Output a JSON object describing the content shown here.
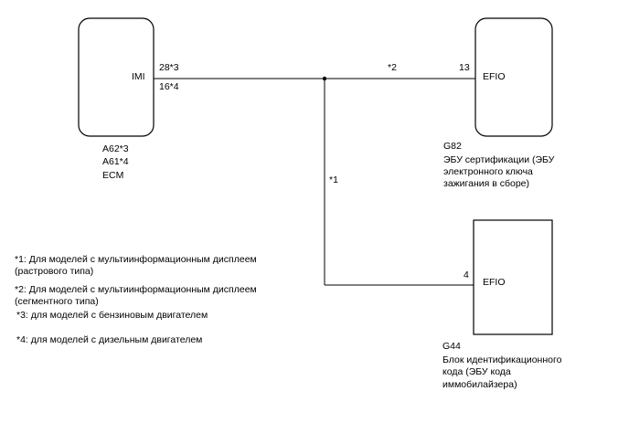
{
  "ecm": {
    "pin_name": "IMI",
    "pin_a": "28*3",
    "pin_b": "16*4",
    "connector_a": "A62*3",
    "connector_b": "A61*4",
    "name": "ECM"
  },
  "g82": {
    "wire_label": "*2",
    "pin_number": "13",
    "pin_name": "EFIO",
    "code": "G82",
    "desc_line1": "ЭБУ сертификации (ЭБУ",
    "desc_line2": "электронного ключа",
    "desc_line3": "зажигания в сборе)"
  },
  "branch": {
    "wire_label": "*1"
  },
  "g44": {
    "pin_number": "4",
    "pin_name": "EFIO",
    "code": "G44",
    "desc_line1": "Блок идентификационного",
    "desc_line2": "кода (ЭБУ кода",
    "desc_line3": "иммобилайзера)"
  },
  "notes": {
    "n1_line1": "*1: Для моделей с мультиинформационным дисплеем",
    "n1_line2": "(растрового типа)",
    "n2_line1": "*2: Для моделей с мультиинформационным дисплеем",
    "n2_line2": "(сегментного типа)",
    "n3": "*3: для моделей с бензиновым двигателем",
    "n4": "*4: для моделей с дизельным двигателем"
  }
}
